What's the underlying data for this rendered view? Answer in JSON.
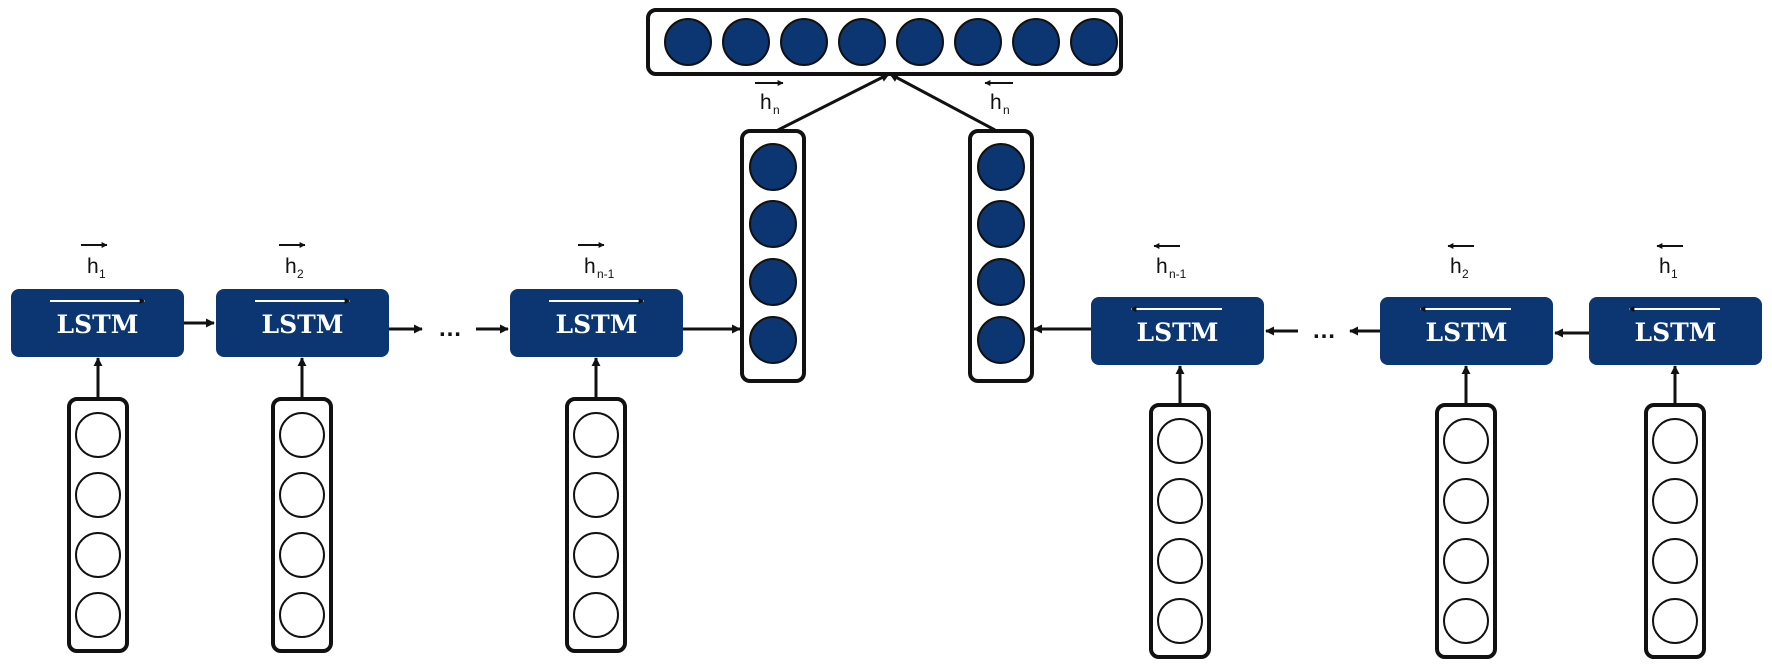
{
  "colors": {
    "lstm_fill": "#0c3672",
    "filled_neuron": "#0c3672",
    "outline": "#111111",
    "empty_neuron": "#ffffff"
  },
  "forward_cells": [
    {
      "label": "LSTM",
      "h": "h",
      "sub": "1"
    },
    {
      "label": "LSTM",
      "h": "h",
      "sub": "2"
    },
    {
      "label": "LSTM",
      "h": "h",
      "sub": "n-1"
    }
  ],
  "backward_cells": [
    {
      "label": "LSTM",
      "h": "h",
      "sub": "n-1"
    },
    {
      "label": "LSTM",
      "h": "h",
      "sub": "2"
    },
    {
      "label": "LSTM",
      "h": "h",
      "sub": "1"
    }
  ],
  "final_states": [
    {
      "h": "h",
      "sub": "n",
      "direction": "forward"
    },
    {
      "h": "h",
      "sub": "n",
      "direction": "backward"
    }
  ],
  "ellipsis": "…",
  "output_vector_size": 8,
  "state_vector_size": 4,
  "input_vector_size": 4
}
